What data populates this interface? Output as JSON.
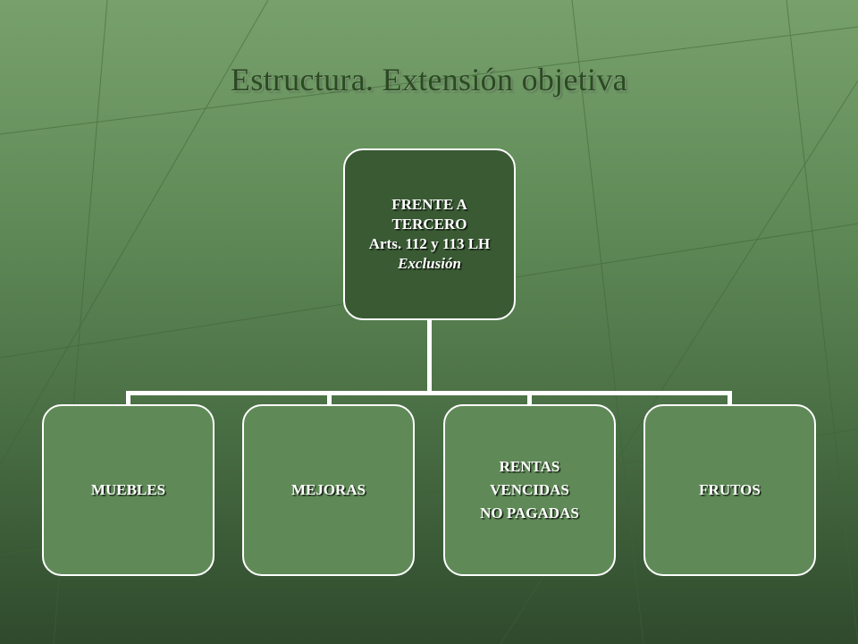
{
  "title": "Estructura. Extensión objetiva",
  "root": {
    "lines": [
      "FRENTE A",
      "TERCERO",
      "Arts. 112 y 113 LH"
    ],
    "italic_line": "Exclusión"
  },
  "children": [
    {
      "lines": [
        "MUEBLES"
      ]
    },
    {
      "lines": [
        "MEJORAS"
      ]
    },
    {
      "lines": [
        "RENTAS",
        "VENCIDAS",
        "NO PAGADAS"
      ]
    },
    {
      "lines": [
        "FRUTOS"
      ]
    }
  ],
  "colors": {
    "root_fill": "#395a33",
    "child_fill": "#5f8a57",
    "connector": "#ffffff",
    "title": "#2b4a22"
  }
}
